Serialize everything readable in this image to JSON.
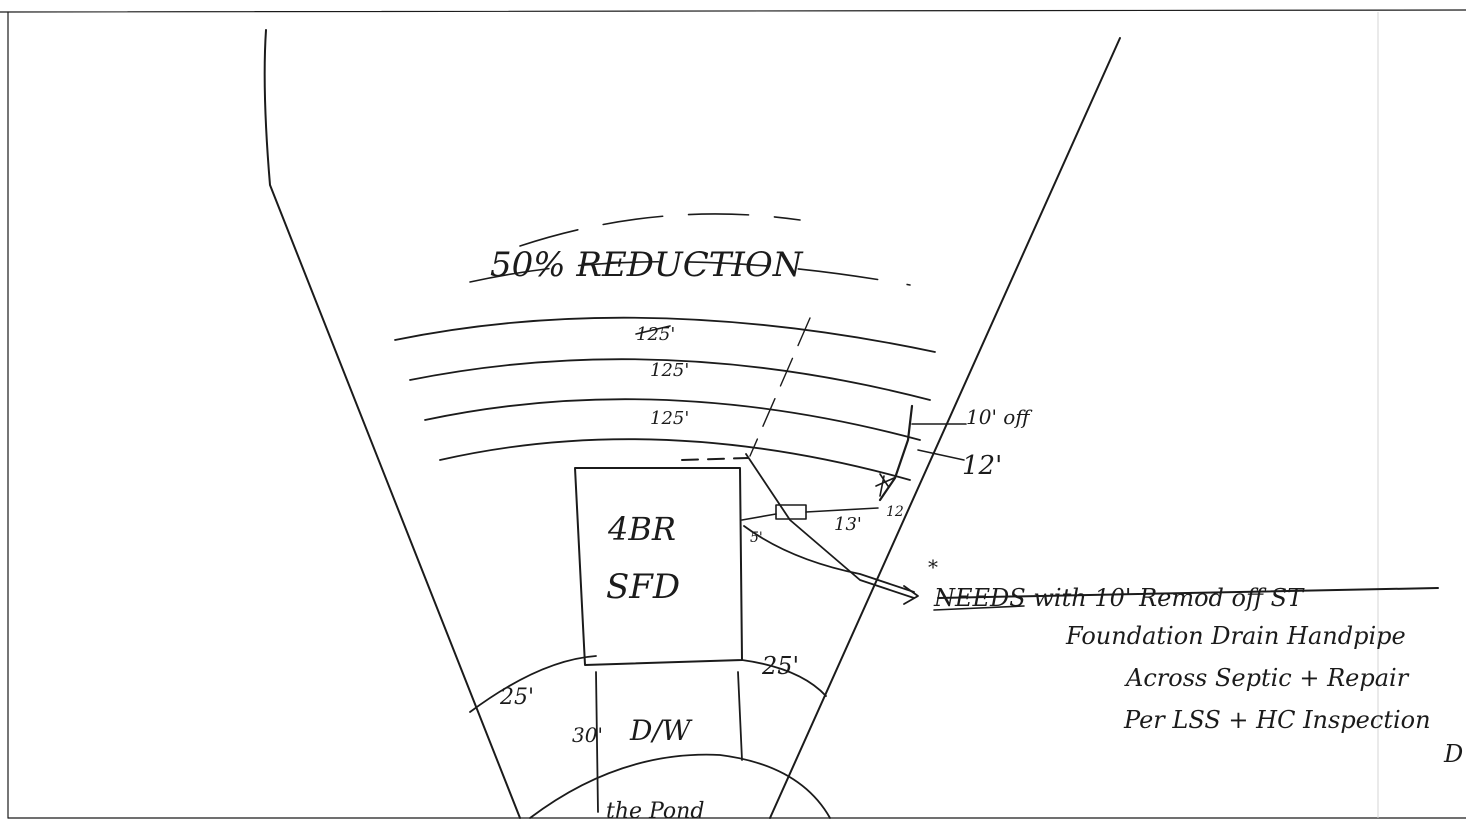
{
  "sketch": {
    "heading": "50% REDUCTION",
    "rings": [
      "125'",
      "125'",
      "125'"
    ],
    "setback_left": "25'",
    "setback_right": "25'",
    "building_line1": "4BR",
    "building_line2": "SFD",
    "driveway_width": "30'",
    "driveway_label": "D/W",
    "dim_side_top": "10' off",
    "dim_side_mid": "12'",
    "dim_small": "12",
    "dim_pipe_run": "13'",
    "dim_house_gap": "5'",
    "note_asterisk": "*",
    "note_struck": "NEEDS with 10' Remod off ST",
    "note_line2": "Foundation Drain Handpipe",
    "note_line3": "Across Septic + Repair",
    "note_line4": "Per LSS + HC Inspection",
    "note_line5": "D",
    "bottom_label": "the Pond"
  }
}
